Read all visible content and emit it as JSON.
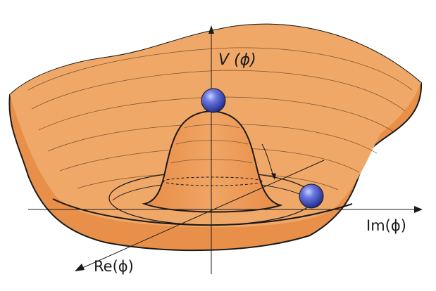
{
  "labels": {
    "v_axis": "V (ϕ)",
    "re_axis": "Re(ϕ)",
    "im_axis": "Im(ϕ)"
  },
  "colors": {
    "bowl_fill": "#f0a868",
    "bowl_wall": "#e8904a",
    "hump": "#ec9a58",
    "outline": "#1a1a1a",
    "ball": "#4a5ad0",
    "ball_highlight": "#c8d0ff"
  },
  "elements": {
    "balls": [
      "ball-top",
      "ball-trough"
    ],
    "annotation": "motion-arrow"
  }
}
